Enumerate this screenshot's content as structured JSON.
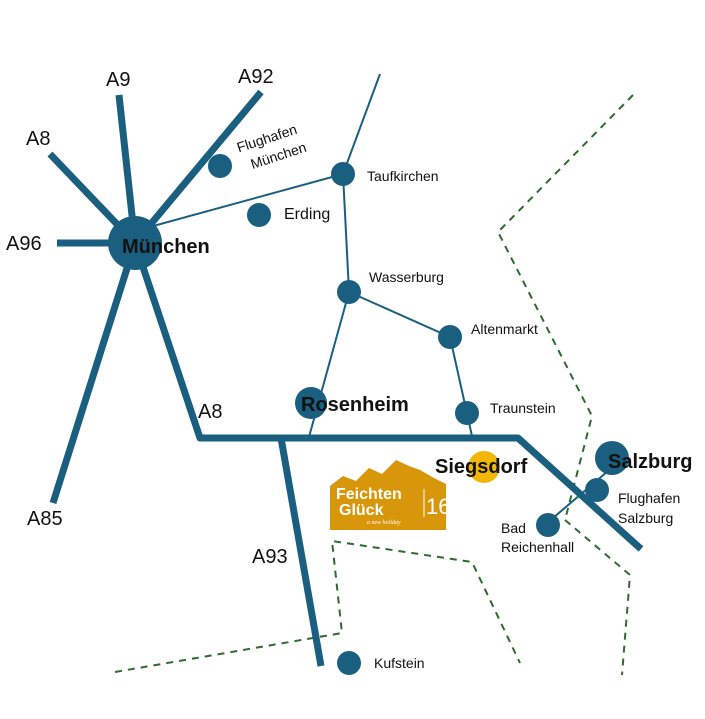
{
  "map": {
    "highways": {
      "a9": "A9",
      "a92": "A92",
      "a8_west": "A8",
      "a96": "A96",
      "a8_south": "A8",
      "a85": "A85",
      "a93": "A93"
    },
    "places": {
      "muenchen": "München",
      "flughafen_muenchen_line1": "Flughafen",
      "flughafen_muenchen_line2": "München",
      "erding": "Erding",
      "taufkirchen": "Taufkirchen",
      "wasserburg": "Wasserburg",
      "altenmarkt": "Altenmarkt",
      "rosenheim": "Rosenheim",
      "traunstein": "Traunstein",
      "siegsdorf": "Siegsdorf",
      "salzburg": "Salzburg",
      "flughafen_salzburg_line1": "Flughafen",
      "flughafen_salzburg_line2": "Salzburg",
      "bad_reichenhall_line1": "Bad",
      "bad_reichenhall_line2": "Reichenhall",
      "kufstein": "Kufstein"
    },
    "logo": {
      "line1": "Feichten",
      "line2": "Glück",
      "number": "16",
      "tagline": "a new holiday"
    },
    "colors": {
      "road": "#1a5f80",
      "border": "#2e6b2e",
      "highlight": "#f2b705",
      "logo": "#d8960a"
    }
  }
}
